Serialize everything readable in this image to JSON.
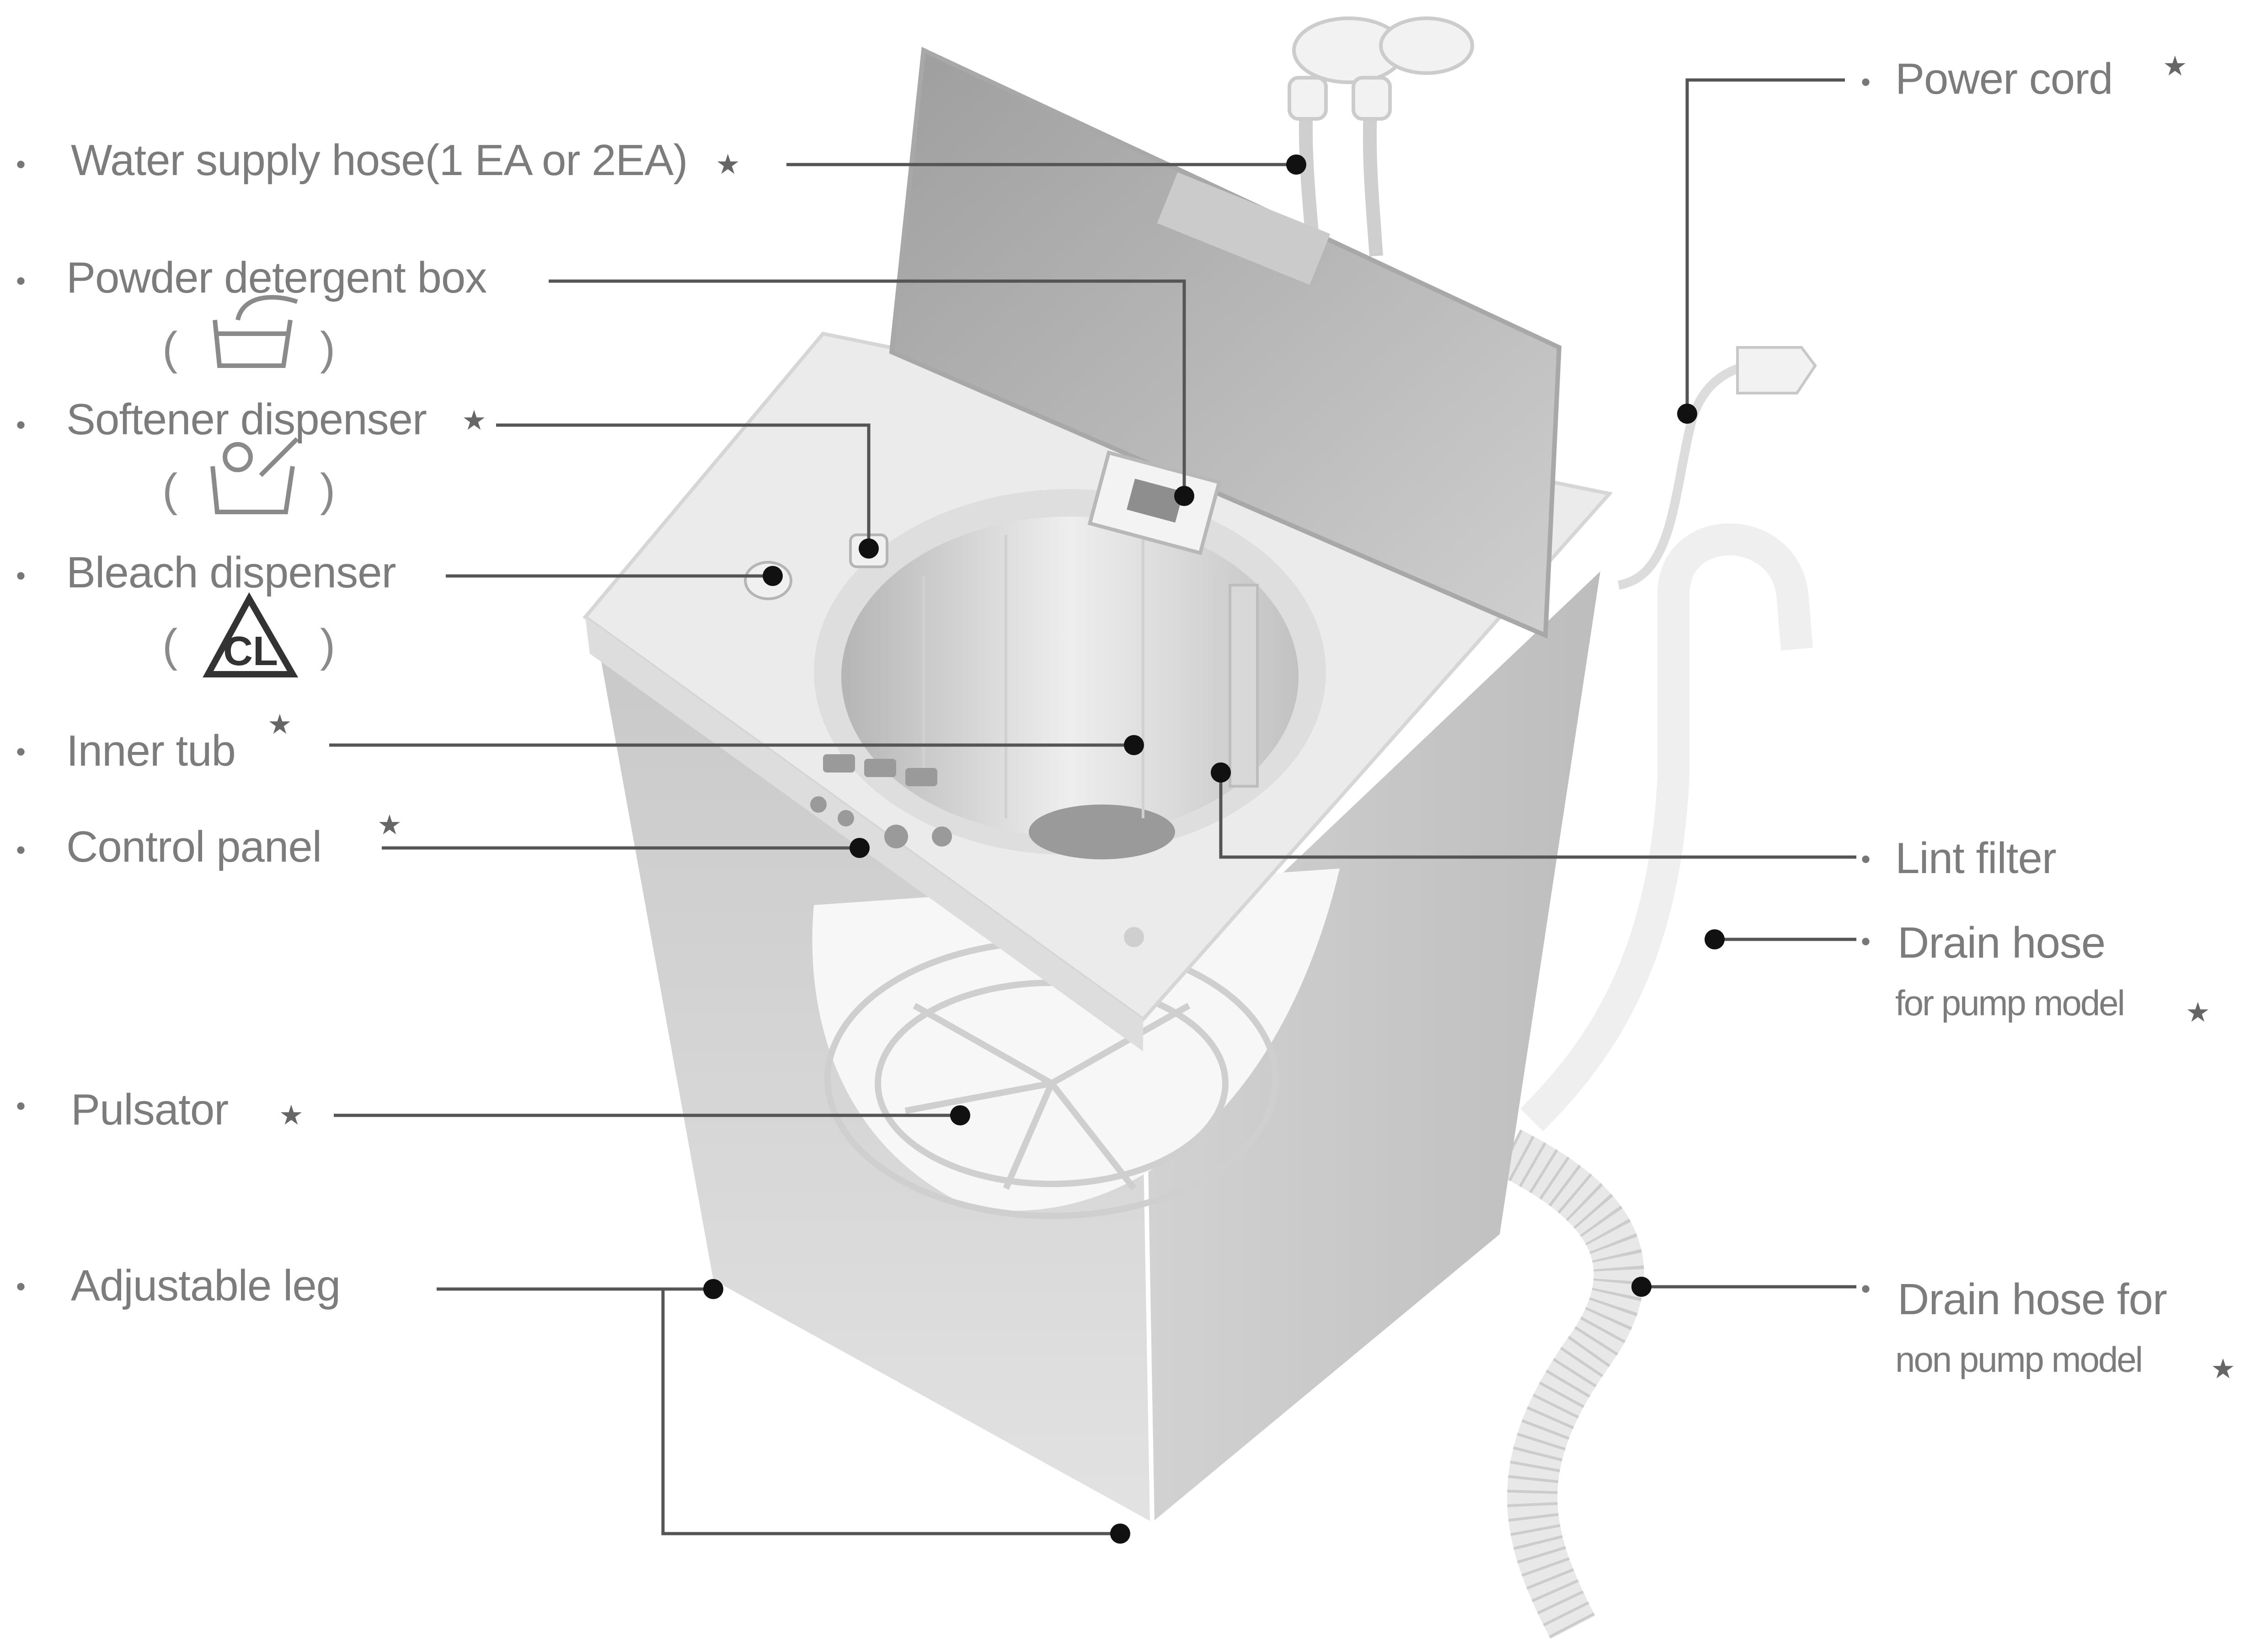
{
  "labels": {
    "water_supply_hose": "Water supply hose(1 EA  or 2EA)",
    "powder_detergent_box": "Powder detergent box",
    "softener_dispenser": "Softener dispenser",
    "bleach_dispenser": "Bleach dispenser",
    "bleach_symbol": "CL",
    "inner_tub": "Inner tub",
    "control_panel": "Control panel",
    "pulsator": "Pulsator",
    "adjustable_leg": "Adjustable leg",
    "power_cord": "Power cord",
    "lint_filter": "Lint filter",
    "drain_hose_pump_1": "Drain hose",
    "drain_hose_pump_2": "for pump model",
    "drain_hose_nonpump_1": "Drain hose for",
    "drain_hose_nonpump_2": "non pump model"
  },
  "marks": {
    "star": "★",
    "bullet": "•",
    "paren_open": "(",
    "paren_close": ")"
  },
  "colors": {
    "line": "#555555",
    "text": "#7c7c7c",
    "machine_body": "#d4d4d4",
    "machine_top": "#ececec",
    "lid": "#b9b9b9"
  }
}
